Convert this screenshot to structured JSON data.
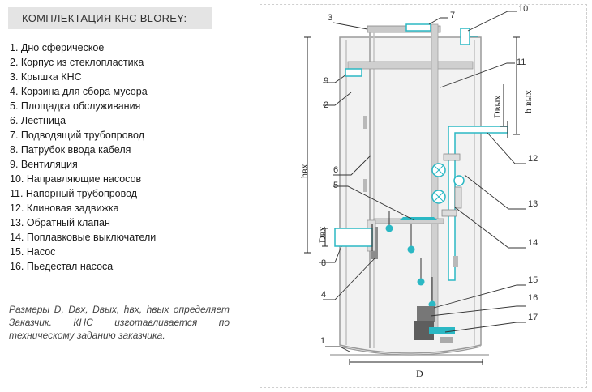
{
  "header": {
    "title": "КОМПЛЕКТАЦИЯ КНС BLOREY:"
  },
  "legend": [
    "1. Дно сферическое",
    "2. Корпус из стеклопластика",
    "3. Крышка КНС",
    "4. Корзина для сбора мусора",
    "5. Площадка обслуживания",
    "6. Лестница",
    "7. Подводящий трубопровод",
    "8. Патрубок ввода кабеля",
    "9. Вентиляция",
    "10.  Направляющие насосов",
    "11. Напорный трубопровод",
    "12. Клиновая задвижка",
    "13. Обратный клапан",
    "14. Поплавковые выключатели",
    "15. Насос",
    "16. Пьедестал насоса"
  ],
  "note": "Размеры D, Dвх, Dвых, hвх, hвых определяет Заказчик. КНС изготавливается по техническому заданию заказчика.",
  "diagram": {
    "callouts": [
      "1",
      "2",
      "3",
      "4",
      "5",
      "6",
      "7",
      "8",
      "9",
      "10",
      "11",
      "12",
      "13",
      "14",
      "15",
      "16",
      "17"
    ],
    "dims": {
      "D": "D",
      "dvx": "Dвх",
      "dvyx": "Dвых",
      "hvx": "hвх",
      "hvyx": "h вых"
    },
    "colors": {
      "accent": "#2bb8c4",
      "line": "#555555",
      "body": "#f2f2f2",
      "pipe": "#cfcfcf"
    }
  }
}
